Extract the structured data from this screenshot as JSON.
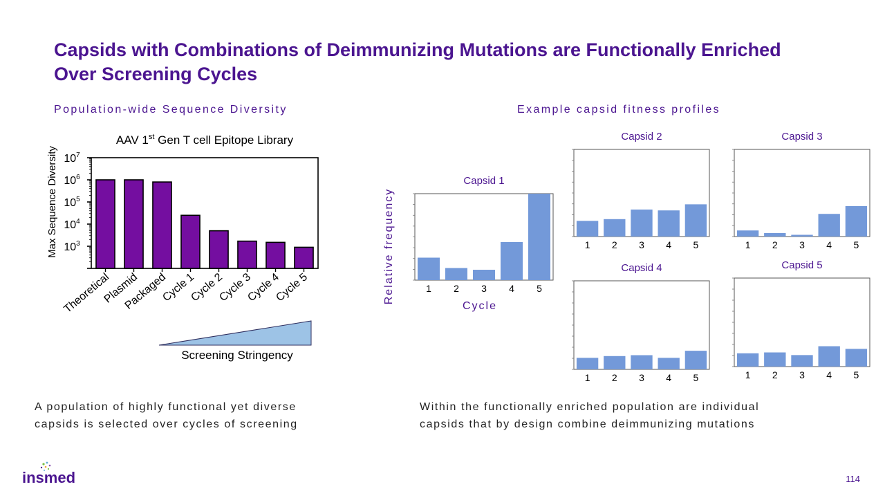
{
  "slide": {
    "title": "Capsids with Combinations of Deimmunizing Mutations are  Functionally Enriched Over Screening Cycles",
    "left_subhead": "Population-wide Sequence Diversity",
    "right_subhead": "Example capsid fitness profiles",
    "left_caption": [
      "A population of highly functional yet diverse",
      "capsids is selected over cycles of screening"
    ],
    "right_caption": [
      "Within the functionally enriched population are individual",
      "capsids that by design combine deimmunizing mutations"
    ],
    "page_number": "114",
    "logo_text": "insmed",
    "stringency_label": "Screening Stringency",
    "colors": {
      "purple": "#4b1590",
      "bar_purple": "#740ea0",
      "bar_blue": "#7399d9",
      "wedge": "#9dc3e6"
    }
  },
  "chart_data": [
    {
      "type": "bar",
      "title_parts": [
        "AAV 1",
        "st",
        " Gen T cell Epitope Library"
      ],
      "ylabel": "Max Sequence Diversity",
      "xlabel": "",
      "scale": "log10",
      "ylim": [
        100,
        10000000
      ],
      "ytick_labels": [
        [
          "10",
          "3"
        ],
        [
          "10",
          "4"
        ],
        [
          "10",
          "5"
        ],
        [
          "10",
          "6"
        ],
        [
          "10",
          "7"
        ]
      ],
      "categories": [
        "Theoretical",
        "Plasmid",
        "Packaged",
        "Cycle 1",
        "Cycle 2",
        "Cycle 3",
        "Cycle 4",
        "Cycle 5"
      ],
      "values": [
        1000000,
        1000000,
        800000,
        25000,
        5000,
        1700,
        1500,
        900
      ]
    },
    {
      "type": "bar",
      "title": "Capsid 1",
      "xlabel": "Cycle",
      "ylabel": "Relative frequency",
      "categories": [
        "1",
        "2",
        "3",
        "4",
        "5"
      ],
      "values": [
        0.26,
        0.14,
        0.12,
        0.44,
        1.0
      ],
      "ylim": [
        0,
        1.0
      ]
    },
    {
      "type": "bar",
      "title": "Capsid 2",
      "xlabel": "",
      "categories": [
        "1",
        "2",
        "3",
        "4",
        "5"
      ],
      "values": [
        0.18,
        0.2,
        0.31,
        0.3,
        0.37
      ],
      "ylim": [
        0,
        1.0
      ]
    },
    {
      "type": "bar",
      "title": "Capsid 3",
      "xlabel": "",
      "categories": [
        "1",
        "2",
        "3",
        "4",
        "5"
      ],
      "values": [
        0.07,
        0.04,
        0.02,
        0.26,
        0.35
      ],
      "ylim": [
        0,
        1.0
      ]
    },
    {
      "type": "bar",
      "title": "Capsid 4",
      "xlabel": "",
      "categories": [
        "1",
        "2",
        "3",
        "4",
        "5"
      ],
      "values": [
        0.13,
        0.15,
        0.16,
        0.13,
        0.21
      ],
      "ylim": [
        0,
        1.0
      ]
    },
    {
      "type": "bar",
      "title": "Capsid 5",
      "xlabel": "",
      "categories": [
        "1",
        "2",
        "3",
        "4",
        "5"
      ],
      "values": [
        0.15,
        0.16,
        0.13,
        0.23,
        0.2
      ],
      "ylim": [
        0,
        1.0
      ]
    }
  ]
}
